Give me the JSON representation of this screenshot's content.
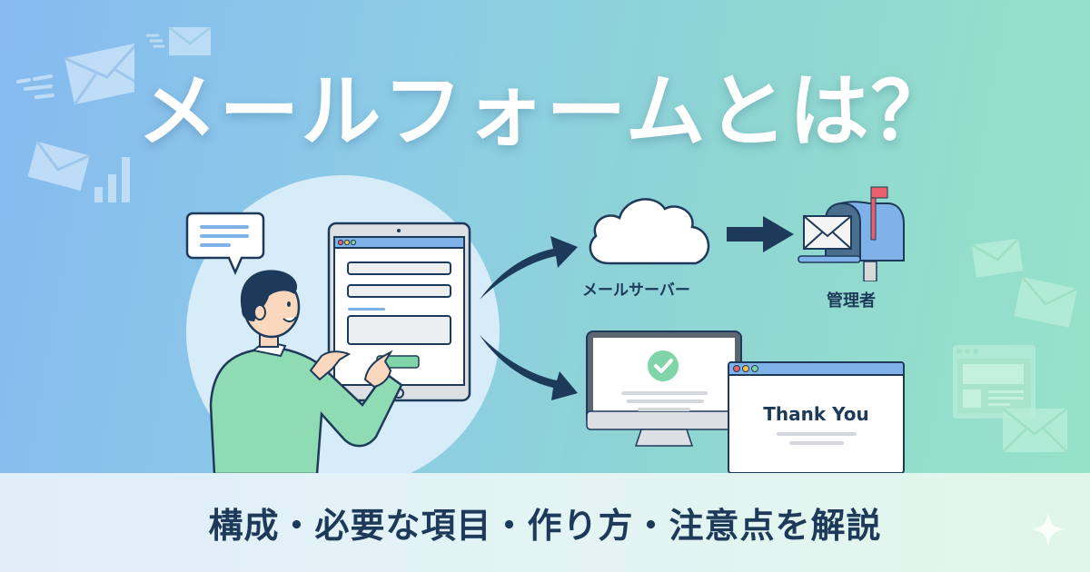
{
  "header": {
    "title": "メールフォームとは？"
  },
  "footer": {
    "subtitle": "構成・必要な項目・作り方・注意点を解説"
  },
  "diagram": {
    "steps": [
      {
        "id": "user-form",
        "label": "",
        "icon": "tablet-form-icon"
      },
      {
        "id": "mail-server",
        "label": "メールサーバー",
        "icon": "cloud-icon"
      },
      {
        "id": "admin",
        "label": "管理者",
        "icon": "mailbox-icon"
      },
      {
        "id": "thanks-page",
        "label": "Thank You",
        "icon": "browser-window-icon"
      }
    ],
    "arrows": [
      "curved-arrow-up",
      "curved-arrow-down",
      "straight-arrow-right"
    ]
  },
  "colors": {
    "title": "#ffffff",
    "text_dark": "#1e3a5a",
    "accent_green": "#7fd4a8",
    "accent_blue": "#7fb2e8",
    "flag_red": "#e8606a",
    "arrow": "#1e3a5a"
  }
}
